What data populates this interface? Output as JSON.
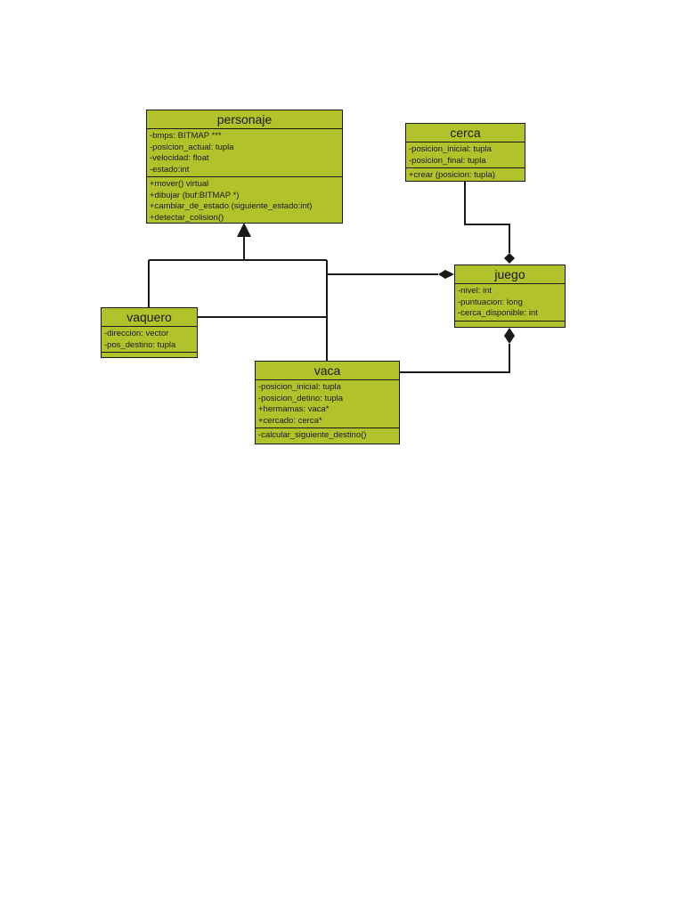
{
  "colors": {
    "class_fill": "#b2c22a",
    "stroke": "#1a1a1a"
  },
  "classes": {
    "personaje": {
      "name": "personaje",
      "attributes": [
        "-bmps: BITMAP ***",
        "-posicion_actual: tupla",
        "-velocidad: float",
        "-estado:int"
      ],
      "methods": [
        "+mover() virtual",
        "+dibujar (buf:BITMAP *)",
        "+cambiar_de_estado (siguiente_estado:int)",
        "+detectar_colision()"
      ]
    },
    "cerca": {
      "name": "cerca",
      "attributes": [
        "-posicion_inicial: tupla",
        "-posicion_final:  tupla"
      ],
      "methods": [
        "+crear (posicion: tupla)"
      ]
    },
    "juego": {
      "name": "juego",
      "attributes": [
        "-nivel: int",
        "-puntuacion: long",
        "-cerca_disponible: int"
      ],
      "methods": []
    },
    "vaquero": {
      "name": "vaquero",
      "attributes": [
        "-direccion: vector",
        "-pos_destino: tupla"
      ],
      "methods": []
    },
    "vaca": {
      "name": "vaca",
      "attributes": [
        "-posicion_inicial: tupla",
        "-posicion_detino: tupla",
        "+hermamas: vaca*",
        "+cercado: cerca*"
      ],
      "methods": [
        "-calcular_siguiente_destino()"
      ]
    }
  },
  "relationships": [
    {
      "type": "generalization",
      "from": "vaquero",
      "to": "personaje"
    },
    {
      "type": "generalization",
      "from": "vaca",
      "to": "personaje"
    },
    {
      "type": "composition",
      "part": "cerca",
      "whole": "juego"
    },
    {
      "type": "composition",
      "part": "vaquero",
      "whole": "juego"
    },
    {
      "type": "composition",
      "part": "vaca",
      "whole": "juego"
    }
  ]
}
